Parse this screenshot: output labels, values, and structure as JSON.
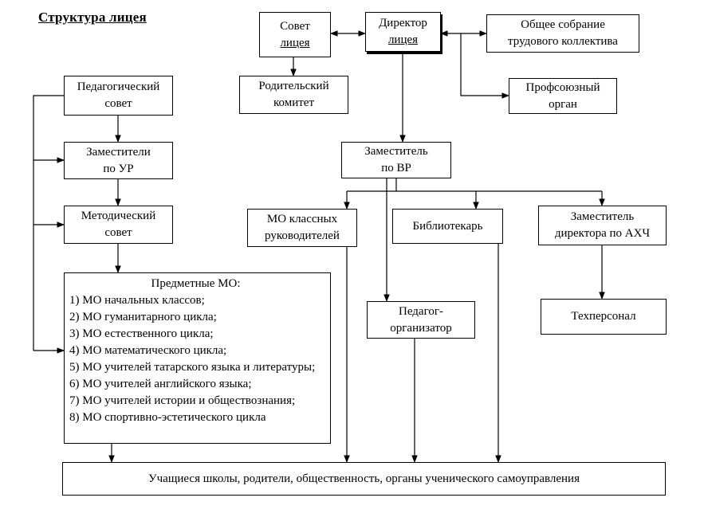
{
  "title": "Структура лицея",
  "nodes": {
    "sovet": {
      "line1": "Совет",
      "line2_underlined": "лицея"
    },
    "direktor": {
      "line1": "Директор",
      "line2_underlined": "лицея"
    },
    "sobranie": {
      "lines": [
        "Общее собрание",
        "трудового коллектива"
      ]
    },
    "pedsovet": {
      "lines": [
        "Педагогический",
        "совет"
      ]
    },
    "rodkomitet": {
      "lines": [
        "Родительский",
        "комитет"
      ]
    },
    "profsoyuz": {
      "lines": [
        "Профсоюзный",
        "орган"
      ]
    },
    "zam_ur": {
      "lines": [
        "Заместители",
        "по УР"
      ]
    },
    "zam_vr": {
      "lines": [
        "Заместитель",
        "по ВР"
      ]
    },
    "metodsovet": {
      "lines": [
        "Методический",
        "совет"
      ]
    },
    "mo_klassnyh": {
      "lines": [
        "МО классных",
        "руководителей"
      ]
    },
    "bibliotekar": {
      "lines": [
        "Библиотекарь"
      ]
    },
    "zam_ahch": {
      "lines": [
        "Заместитель",
        "директора по АХЧ"
      ]
    },
    "predmetnye_mo": {
      "header": "Предметные МО:",
      "items": [
        "1) МО начальных классов;",
        "2) МО гуманитарного цикла;",
        "3) МО естественного цикла;",
        "4) МО математического цикла;",
        "5) МО учителей татарского языка и литературы;",
        "6) МО учителей английского языка;",
        "7) МО учителей истории и обществознания;",
        "8) МО спортивно-эстетического цикла"
      ]
    },
    "pedagog_organizator": {
      "lines": [
        "Педагог-",
        "организатор"
      ]
    },
    "tehpersonal": {
      "lines": [
        "Техперсонал"
      ]
    },
    "uchashchiesya": {
      "text": "Учащиеся школы, родители, общественность, органы ученического самоуправления"
    }
  }
}
